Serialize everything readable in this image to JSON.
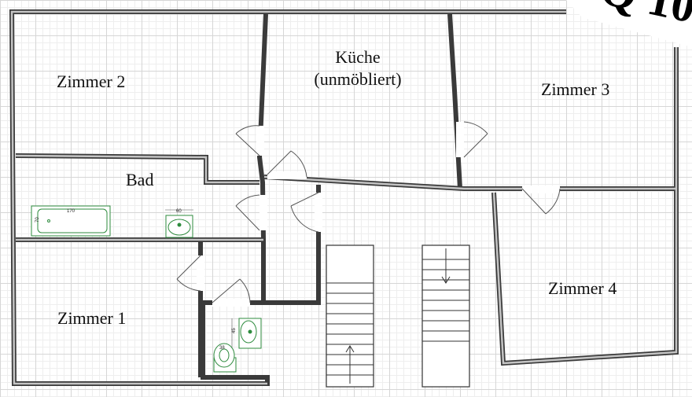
{
  "rooms": {
    "zimmer2": "Zimmer 2",
    "kueche_line1": "Küche",
    "kueche_line2": "(unmöbliert)",
    "zimmer3": "Zimmer 3",
    "bad": "Bad",
    "zimmer4": "Zimmer 4",
    "zimmer1": "Zimmer 1"
  },
  "fixtures": {
    "bathtub_length": "170",
    "bathtub_width": "70",
    "sink_bad_width": "60",
    "sink_wc_depth": "45",
    "toilet_width": "38"
  },
  "corner_overlay_text": "Q 10",
  "colors": {
    "walls": "#3a3a3a",
    "fixtures": "#2e8b3e",
    "grid": "#d6d6d6"
  }
}
